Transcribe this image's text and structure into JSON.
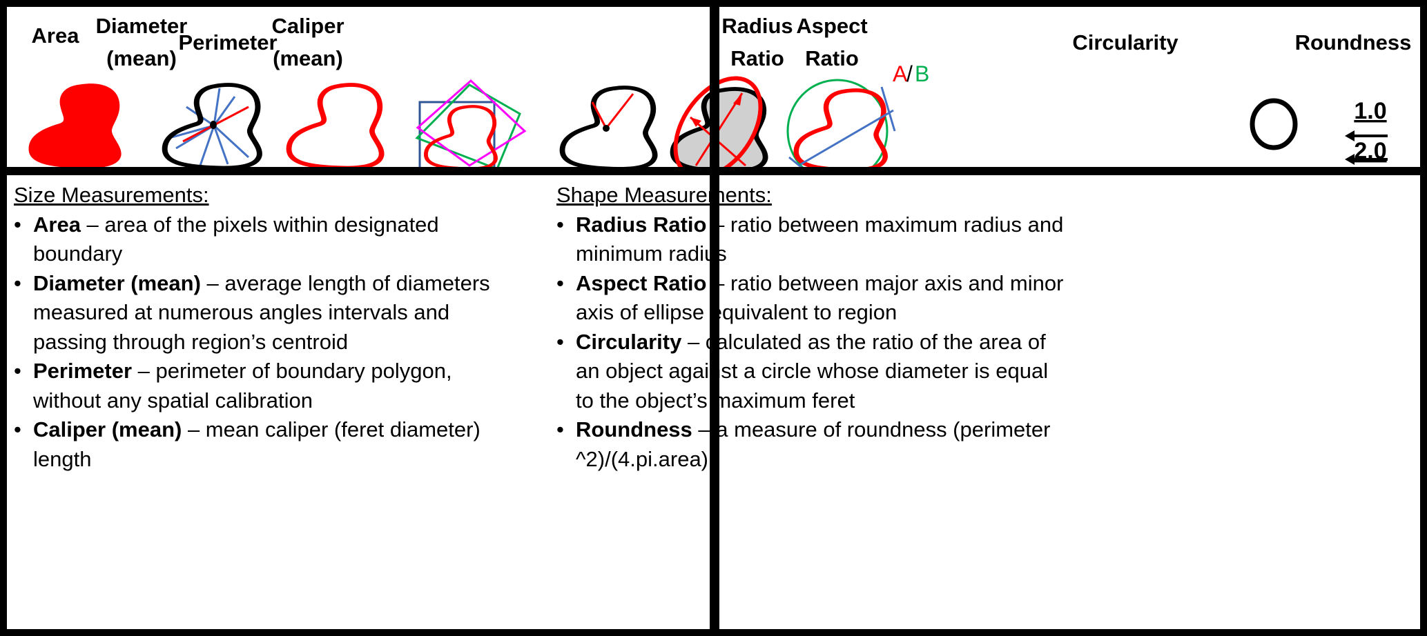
{
  "top_left": {
    "labels": {
      "area": "Area",
      "diameter_1": "Diameter",
      "diameter_2": "(mean)",
      "perimeter": "Perimeter",
      "caliper_1": "Caliper",
      "caliper_2": "(mean)"
    }
  },
  "top_right": {
    "labels": {
      "radius_1": "Radius",
      "radius_2": "Ratio",
      "aspect_1": "Aspect",
      "aspect_2": "Ratio",
      "circularity": "Circularity",
      "roundness": "Roundness",
      "a": "A",
      "slash": "/",
      "b": "B",
      "round_value_1": "1.0",
      "round_value_2": "2.0"
    }
  },
  "size": {
    "heading": "Size Measurements:",
    "items": [
      {
        "term": "Area",
        "desc": " – area of the pixels within designated boundary"
      },
      {
        "term": "Diameter (mean)",
        "desc": " – average length of diameters measured at numerous angles intervals and passing through region’s centroid"
      },
      {
        "term": "Perimeter",
        "desc": " – perimeter of boundary polygon, without any spatial calibration"
      },
      {
        "term": "Caliper (mean)",
        "desc": " – mean caliper (feret diameter) length"
      }
    ]
  },
  "shape": {
    "heading": "Shape Measurements:",
    "items": [
      {
        "term": "Radius Ratio",
        "desc": " – ratio between maximum radius and minimum radius"
      },
      {
        "term": "Aspect Ratio",
        "desc": " – ratio between major axis and minor axis of ellipse equivalent to region"
      },
      {
        "term": "Circularity",
        "desc": " – calculated as the ratio of the area of an object against a circle whose diameter is equal to the object’s maximum feret"
      },
      {
        "term": "Roundness",
        "desc": " – a measure of roundness (perimeter ^2)/(4.pi.area)"
      }
    ]
  },
  "colors": {
    "red": "#ff0000",
    "blue": "#4472c4",
    "green": "#00b050",
    "magenta": "#ff00ff",
    "navy": "#2f5597",
    "gray": "#d0d0d0"
  }
}
